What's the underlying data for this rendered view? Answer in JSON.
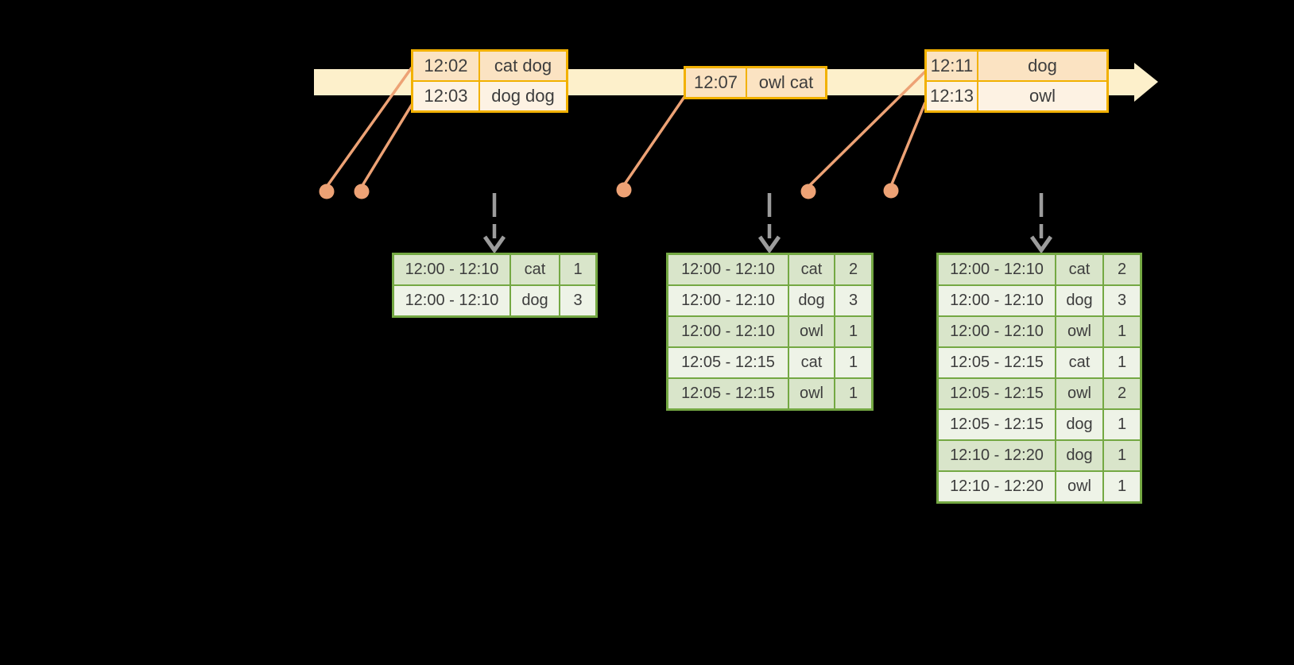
{
  "colors": {
    "background": "#000000",
    "timeline_fill": "#fdf0cb",
    "event_table_border": "#f2b100",
    "event_row_dark": "#fbe3c2",
    "event_row_light": "#fdf2e3",
    "leader_line": "#eda275",
    "trigger_arrow": "#9c9c9c",
    "result_table_border": "#74a843",
    "result_row_dark": "#d9e5ca",
    "result_row_light": "#eef3e7",
    "text": "#3d3d3d"
  },
  "event_tables": [
    {
      "rows": [
        [
          "12:02",
          "cat dog"
        ],
        [
          "12:03",
          "dog dog"
        ]
      ]
    },
    {
      "rows": [
        [
          "12:07",
          "owl cat"
        ]
      ]
    },
    {
      "rows": [
        [
          "12:11",
          "dog"
        ],
        [
          "12:13",
          "owl"
        ]
      ]
    }
  ],
  "result_tables": [
    {
      "rows": [
        [
          "12:00 - 12:10",
          "cat",
          "1"
        ],
        [
          "12:00 - 12:10",
          "dog",
          "3"
        ]
      ]
    },
    {
      "rows": [
        [
          "12:00 - 12:10",
          "cat",
          "2"
        ],
        [
          "12:00 - 12:10",
          "dog",
          "3"
        ],
        [
          "12:00 - 12:10",
          "owl",
          "1"
        ],
        [
          "12:05 - 12:15",
          "cat",
          "1"
        ],
        [
          "12:05 - 12:15",
          "owl",
          "1"
        ]
      ]
    },
    {
      "rows": [
        [
          "12:00 - 12:10",
          "cat",
          "2"
        ],
        [
          "12:00 - 12:10",
          "dog",
          "3"
        ],
        [
          "12:00 - 12:10",
          "owl",
          "1"
        ],
        [
          "12:05 - 12:15",
          "cat",
          "1"
        ],
        [
          "12:05 - 12:15",
          "owl",
          "2"
        ],
        [
          "12:05 - 12:15",
          "dog",
          "1"
        ],
        [
          "12:10 - 12:20",
          "dog",
          "1"
        ],
        [
          "12:10 - 12:20",
          "owl",
          "1"
        ]
      ]
    }
  ]
}
